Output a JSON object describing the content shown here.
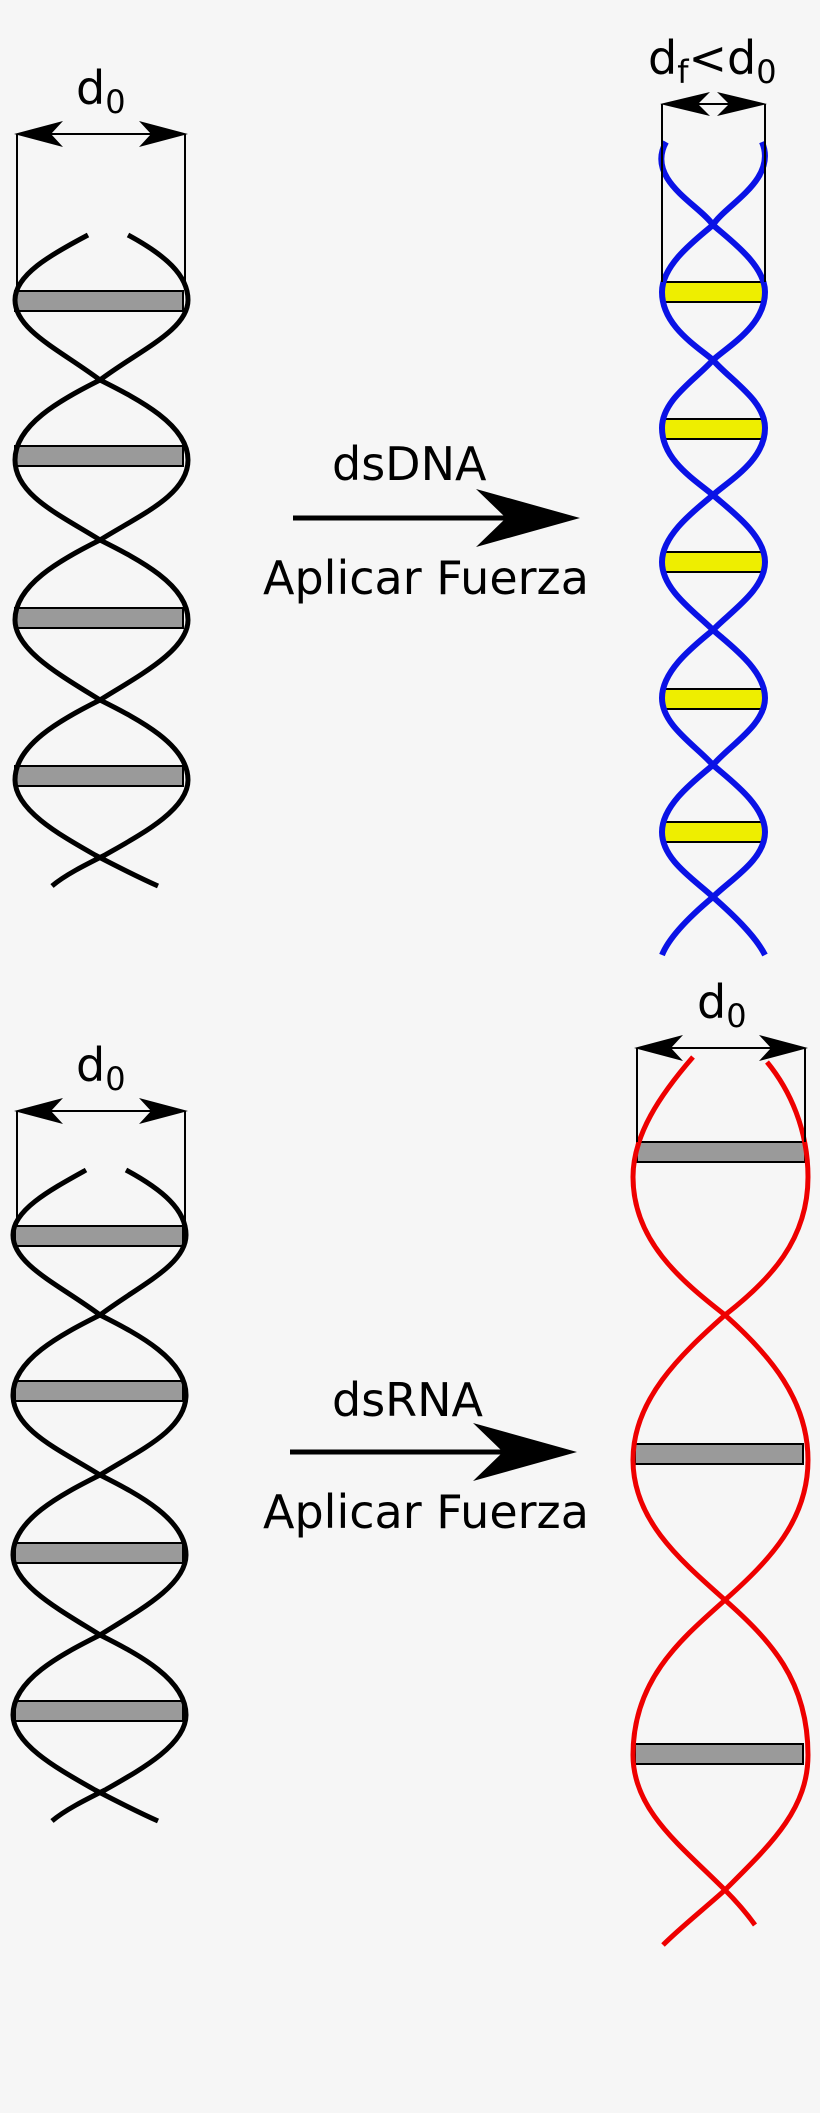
{
  "colors": {
    "background": "#f6f6f6",
    "ink": "#000000",
    "rung_gray": "#9a9a9a",
    "dna_stretched": "#0a12e6",
    "dna_rung": "#eeee00",
    "rna_stretched": "#ee0000"
  },
  "top_panel": {
    "molecule": "dsDNA",
    "action": "Aplicar Fuerza",
    "left_width": {
      "main": "d",
      "sub": "0"
    },
    "right_width": {
      "main1": "d",
      "sub1": "f",
      "op": "<",
      "main2": "d",
      "sub2": "0"
    }
  },
  "bottom_panel": {
    "molecule": "dsRNA",
    "action": "Aplicar Fuerza",
    "left_width": {
      "main": "d",
      "sub": "0"
    },
    "right_width": {
      "main": "d",
      "sub": "0"
    }
  }
}
